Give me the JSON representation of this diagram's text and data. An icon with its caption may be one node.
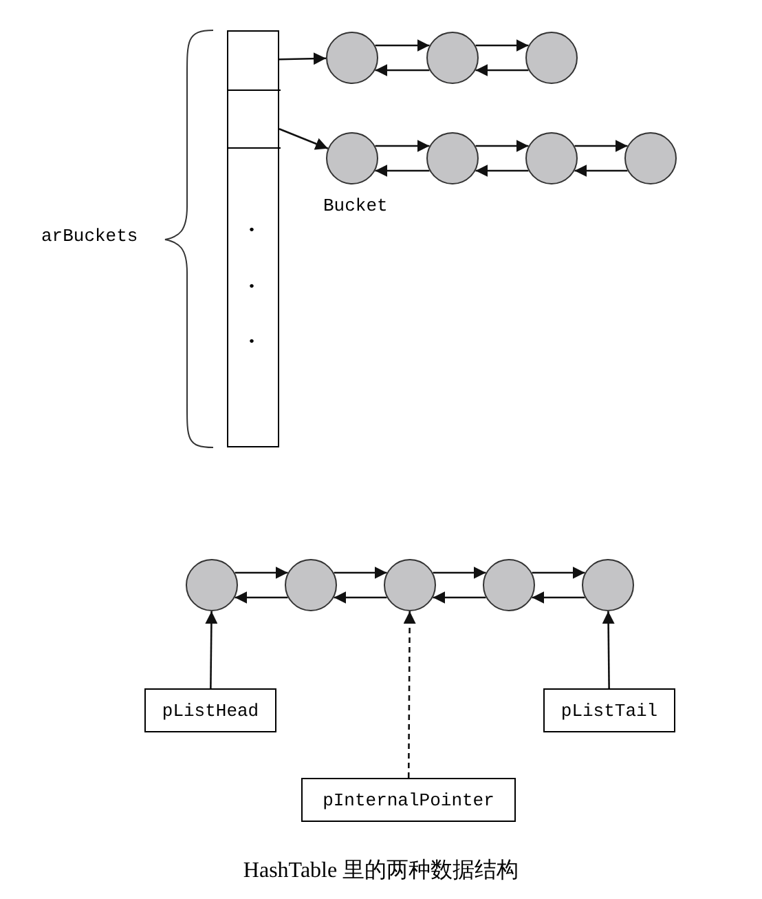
{
  "diagram": {
    "caption": "HashTable 里的两种数据结构",
    "nodes": [
      {
        "text": [
          "•",
          "•",
          "•"
        ]
      },
      {
        "text": [],
        "shape": "box",
        "in": 0
      },
      {
        "text": [],
        "shape": "box",
        "in": 0
      },
      {
        "text": [],
        "shape": "circle"
      },
      {
        "text": [],
        "shape": "circle"
      },
      {
        "text": [],
        "shape": "circle"
      },
      {
        "text": [],
        "shape": "circle"
      },
      {
        "text": [],
        "shape": "circle"
      },
      {
        "text": [],
        "shape": "circle"
      },
      {
        "text": [],
        "shape": "circle"
      },
      {
        "text": [],
        "shape": "circle"
      },
      {
        "text": [],
        "shape": "circle"
      },
      {
        "text": [],
        "shape": "circle"
      },
      {
        "text": [],
        "shape": "circle"
      },
      {
        "text": [],
        "shape": "circle"
      },
      {
        "text": [
          "pListHead"
        ]
      },
      {
        "text": [
          "pListTail"
        ]
      },
      {
        "text": [
          "pInternalPointer"
        ]
      }
    ],
    "edges": [
      {
        "from": 1,
        "to": 3,
        "arrow": "to"
      },
      {
        "from": 2,
        "to": 6,
        "arrow": "to"
      },
      {
        "from": 3,
        "to": 4,
        "arrow": "to"
      },
      {
        "from": 4,
        "to": 3,
        "arrow": "to"
      },
      {
        "from": 4,
        "to": 5,
        "arrow": "to"
      },
      {
        "from": 5,
        "to": 4,
        "arrow": "to"
      },
      {
        "from": 6,
        "to": 7,
        "arrow": "to"
      },
      {
        "from": 7,
        "to": 6,
        "arrow": "to"
      },
      {
        "from": 7,
        "to": 8,
        "arrow": "to"
      },
      {
        "from": 8,
        "to": 7,
        "arrow": "to"
      },
      {
        "from": 8,
        "to": 9,
        "arrow": "to"
      },
      {
        "from": 9,
        "to": 8,
        "arrow": "to"
      },
      {
        "from": 10,
        "to": 11,
        "arrow": "to"
      },
      {
        "from": 11,
        "to": 10,
        "arrow": "to"
      },
      {
        "from": 11,
        "to": 12,
        "arrow": "to"
      },
      {
        "from": 12,
        "to": 11,
        "arrow": "to"
      },
      {
        "from": 12,
        "to": 13,
        "arrow": "to"
      },
      {
        "from": 13,
        "to": 12,
        "arrow": "to"
      },
      {
        "from": 13,
        "to": 14,
        "arrow": "to"
      },
      {
        "from": 14,
        "to": 13,
        "arrow": "to"
      },
      {
        "from": 15,
        "to": 10,
        "arrow": "to"
      },
      {
        "from": 17,
        "to": 12,
        "arrow": "to",
        "style": "dashed"
      },
      {
        "from": 16,
        "to": 14,
        "arrow": "to"
      }
    ],
    "labels": [
      "arBuckets",
      "Bucket"
    ]
  }
}
